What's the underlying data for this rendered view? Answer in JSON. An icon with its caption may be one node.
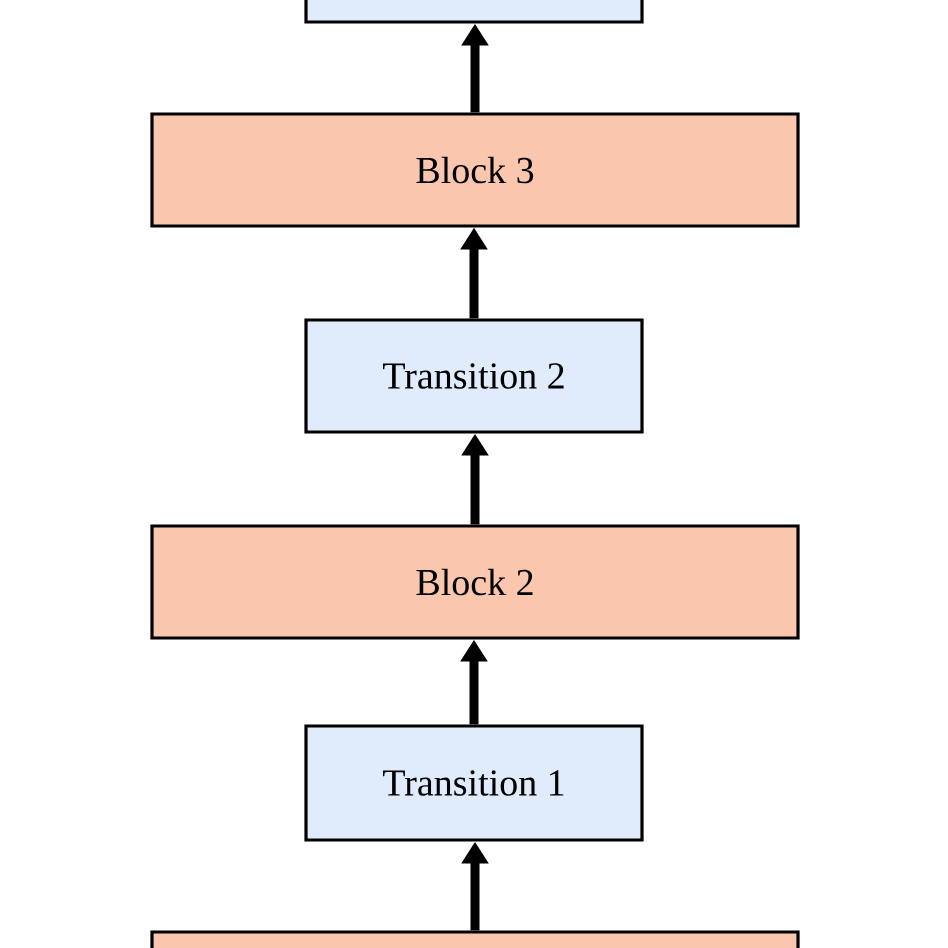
{
  "diagram": {
    "nodes": [
      {
        "text": [],
        "shape": "box"
      },
      {
        "text": [
          "Block 3"
        ]
      },
      {
        "text": [
          "Transition 2"
        ]
      },
      {
        "text": [
          "Block 2"
        ]
      },
      {
        "text": [
          "Transition 1"
        ]
      },
      {
        "text": [],
        "shape": "box"
      }
    ],
    "edges": [
      {
        "from": 5,
        "to": 4,
        "arrow": "to"
      },
      {
        "from": 4,
        "to": 3,
        "arrow": "to"
      },
      {
        "from": 3,
        "to": 2,
        "arrow": "to"
      },
      {
        "from": 2,
        "to": 1,
        "arrow": "to"
      },
      {
        "from": 1,
        "to": 0,
        "arrow": "to"
      }
    ]
  }
}
